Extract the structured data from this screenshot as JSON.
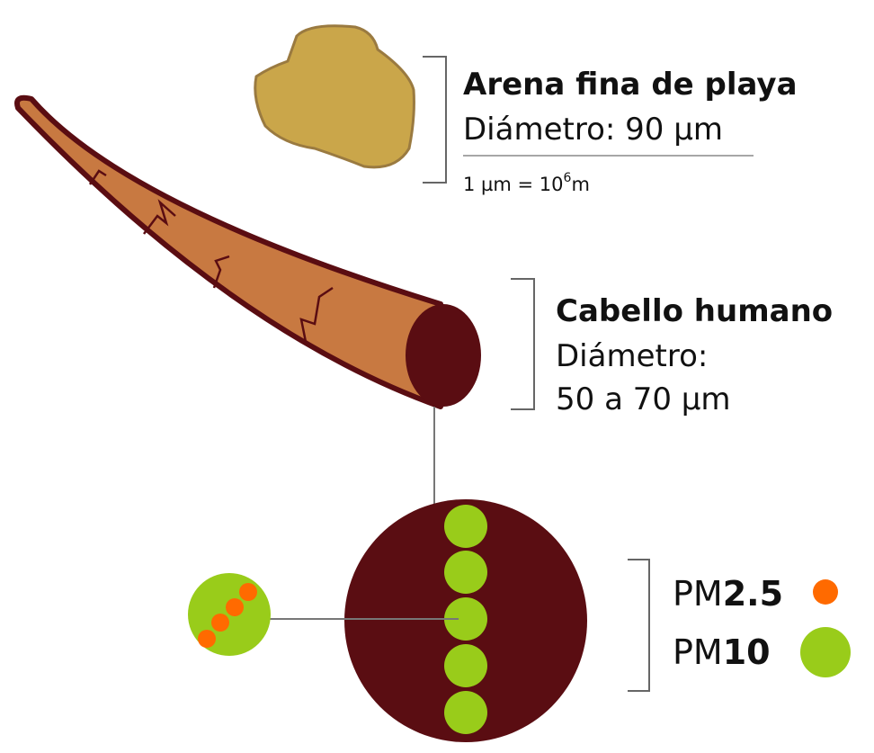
{
  "sand": {
    "title": "Arena fina de playa",
    "diameter": "Diámetro: 90 µm",
    "unit_base": "1 µm = 10",
    "unit_exp": "6",
    "unit_suffix": "m"
  },
  "hair": {
    "title": "Cabello humano",
    "diameter_label": "Diámetro:",
    "diameter_value": "50 a 70 µm"
  },
  "legend": [
    {
      "prefix": "PM",
      "bold": "2.5",
      "color": "#ff6a00"
    },
    {
      "prefix": "PM",
      "bold": "10",
      "color": "#99cc1a"
    }
  ],
  "colors": {
    "sand": "#caa64a",
    "hair": "#c87941",
    "hair_dark": "#5a0d12",
    "pm10": "#99cc1a",
    "pm25": "#ff6a00"
  }
}
